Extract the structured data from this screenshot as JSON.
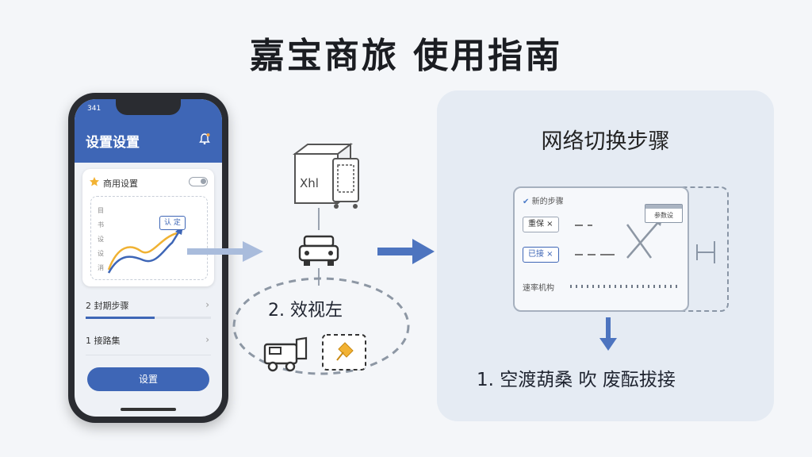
{
  "title": "嘉宝商旅 使用指南",
  "phone": {
    "status_time": "341",
    "header_title": "设置设置",
    "card_label": "商用设置",
    "chart_axis_labels": [
      "目",
      "书",
      "设",
      "设",
      "消"
    ],
    "chart_tag": "认 定",
    "row1_label": "2 封期步骤",
    "row1_progress": 0.55,
    "row2_label": "1 接路集",
    "button_label": "设置"
  },
  "middle": {
    "device_label": "Xhl",
    "step_label": "2. 效视左"
  },
  "panel": {
    "title": "网络切换步骤",
    "window_header": "新的步骤",
    "chip1": "重保 ×",
    "chip2": "已接 ×",
    "tag": "参数设",
    "bottom_label": "速率机构",
    "step_text": "1. 空渡葫桑 吹 废酝拔接"
  },
  "colors": {
    "accent": "#3e66b6",
    "arrow": "#4d74bf",
    "arrow_light": "#a9bcdc"
  }
}
